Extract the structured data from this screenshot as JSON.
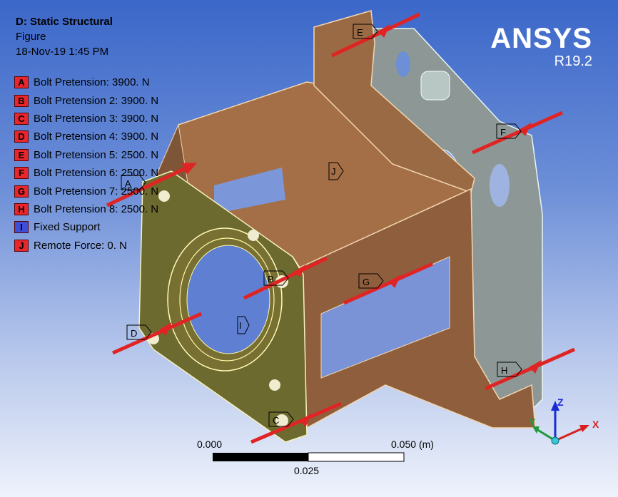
{
  "header": {
    "title": "D: Static Structural",
    "subtitle": "Figure",
    "timestamp": "18-Nov-19 1:45 PM"
  },
  "brand": {
    "name": "ANSYS",
    "version": "R19.2"
  },
  "legend": [
    {
      "letter": "A",
      "label": "Bolt Pretension: 3900. N",
      "color": "#e8262b"
    },
    {
      "letter": "B",
      "label": "Bolt Pretension 2: 3900. N",
      "color": "#e8262b"
    },
    {
      "letter": "C",
      "label": "Bolt Pretension 3: 3900. N",
      "color": "#e8262b"
    },
    {
      "letter": "D",
      "label": "Bolt Pretension 4: 3900. N",
      "color": "#e8262b"
    },
    {
      "letter": "E",
      "label": "Bolt Pretension 5: 2500. N",
      "color": "#e8262b"
    },
    {
      "letter": "F",
      "label": "Bolt Pretension 6: 2500. N",
      "color": "#e8262b"
    },
    {
      "letter": "G",
      "label": "Bolt Pretension 7: 2500. N",
      "color": "#e8262b"
    },
    {
      "letter": "H",
      "label": "Bolt Pretension 8: 2500. N",
      "color": "#e8262b"
    },
    {
      "letter": "I",
      "label": "Fixed Support",
      "color": "#3d4fd6"
    },
    {
      "letter": "J",
      "label": "Remote Force: 0. N",
      "color": "#e8262b"
    }
  ],
  "callouts": {
    "A": "A",
    "B": "B",
    "C": "C",
    "D": "D",
    "E": "E",
    "F": "F",
    "G": "G",
    "H": "H",
    "I": "I",
    "J": "J"
  },
  "scale": {
    "left": "0.000",
    "right": "0.050",
    "unit": "(m)",
    "mid": "0.025"
  },
  "triad": {
    "x": "X",
    "y": "Y",
    "z": "Z"
  },
  "colors": {
    "part": "#a9744a",
    "plate": "#6f6a2e",
    "bracket": "#9aa5a3",
    "arrow": "#e02424"
  }
}
